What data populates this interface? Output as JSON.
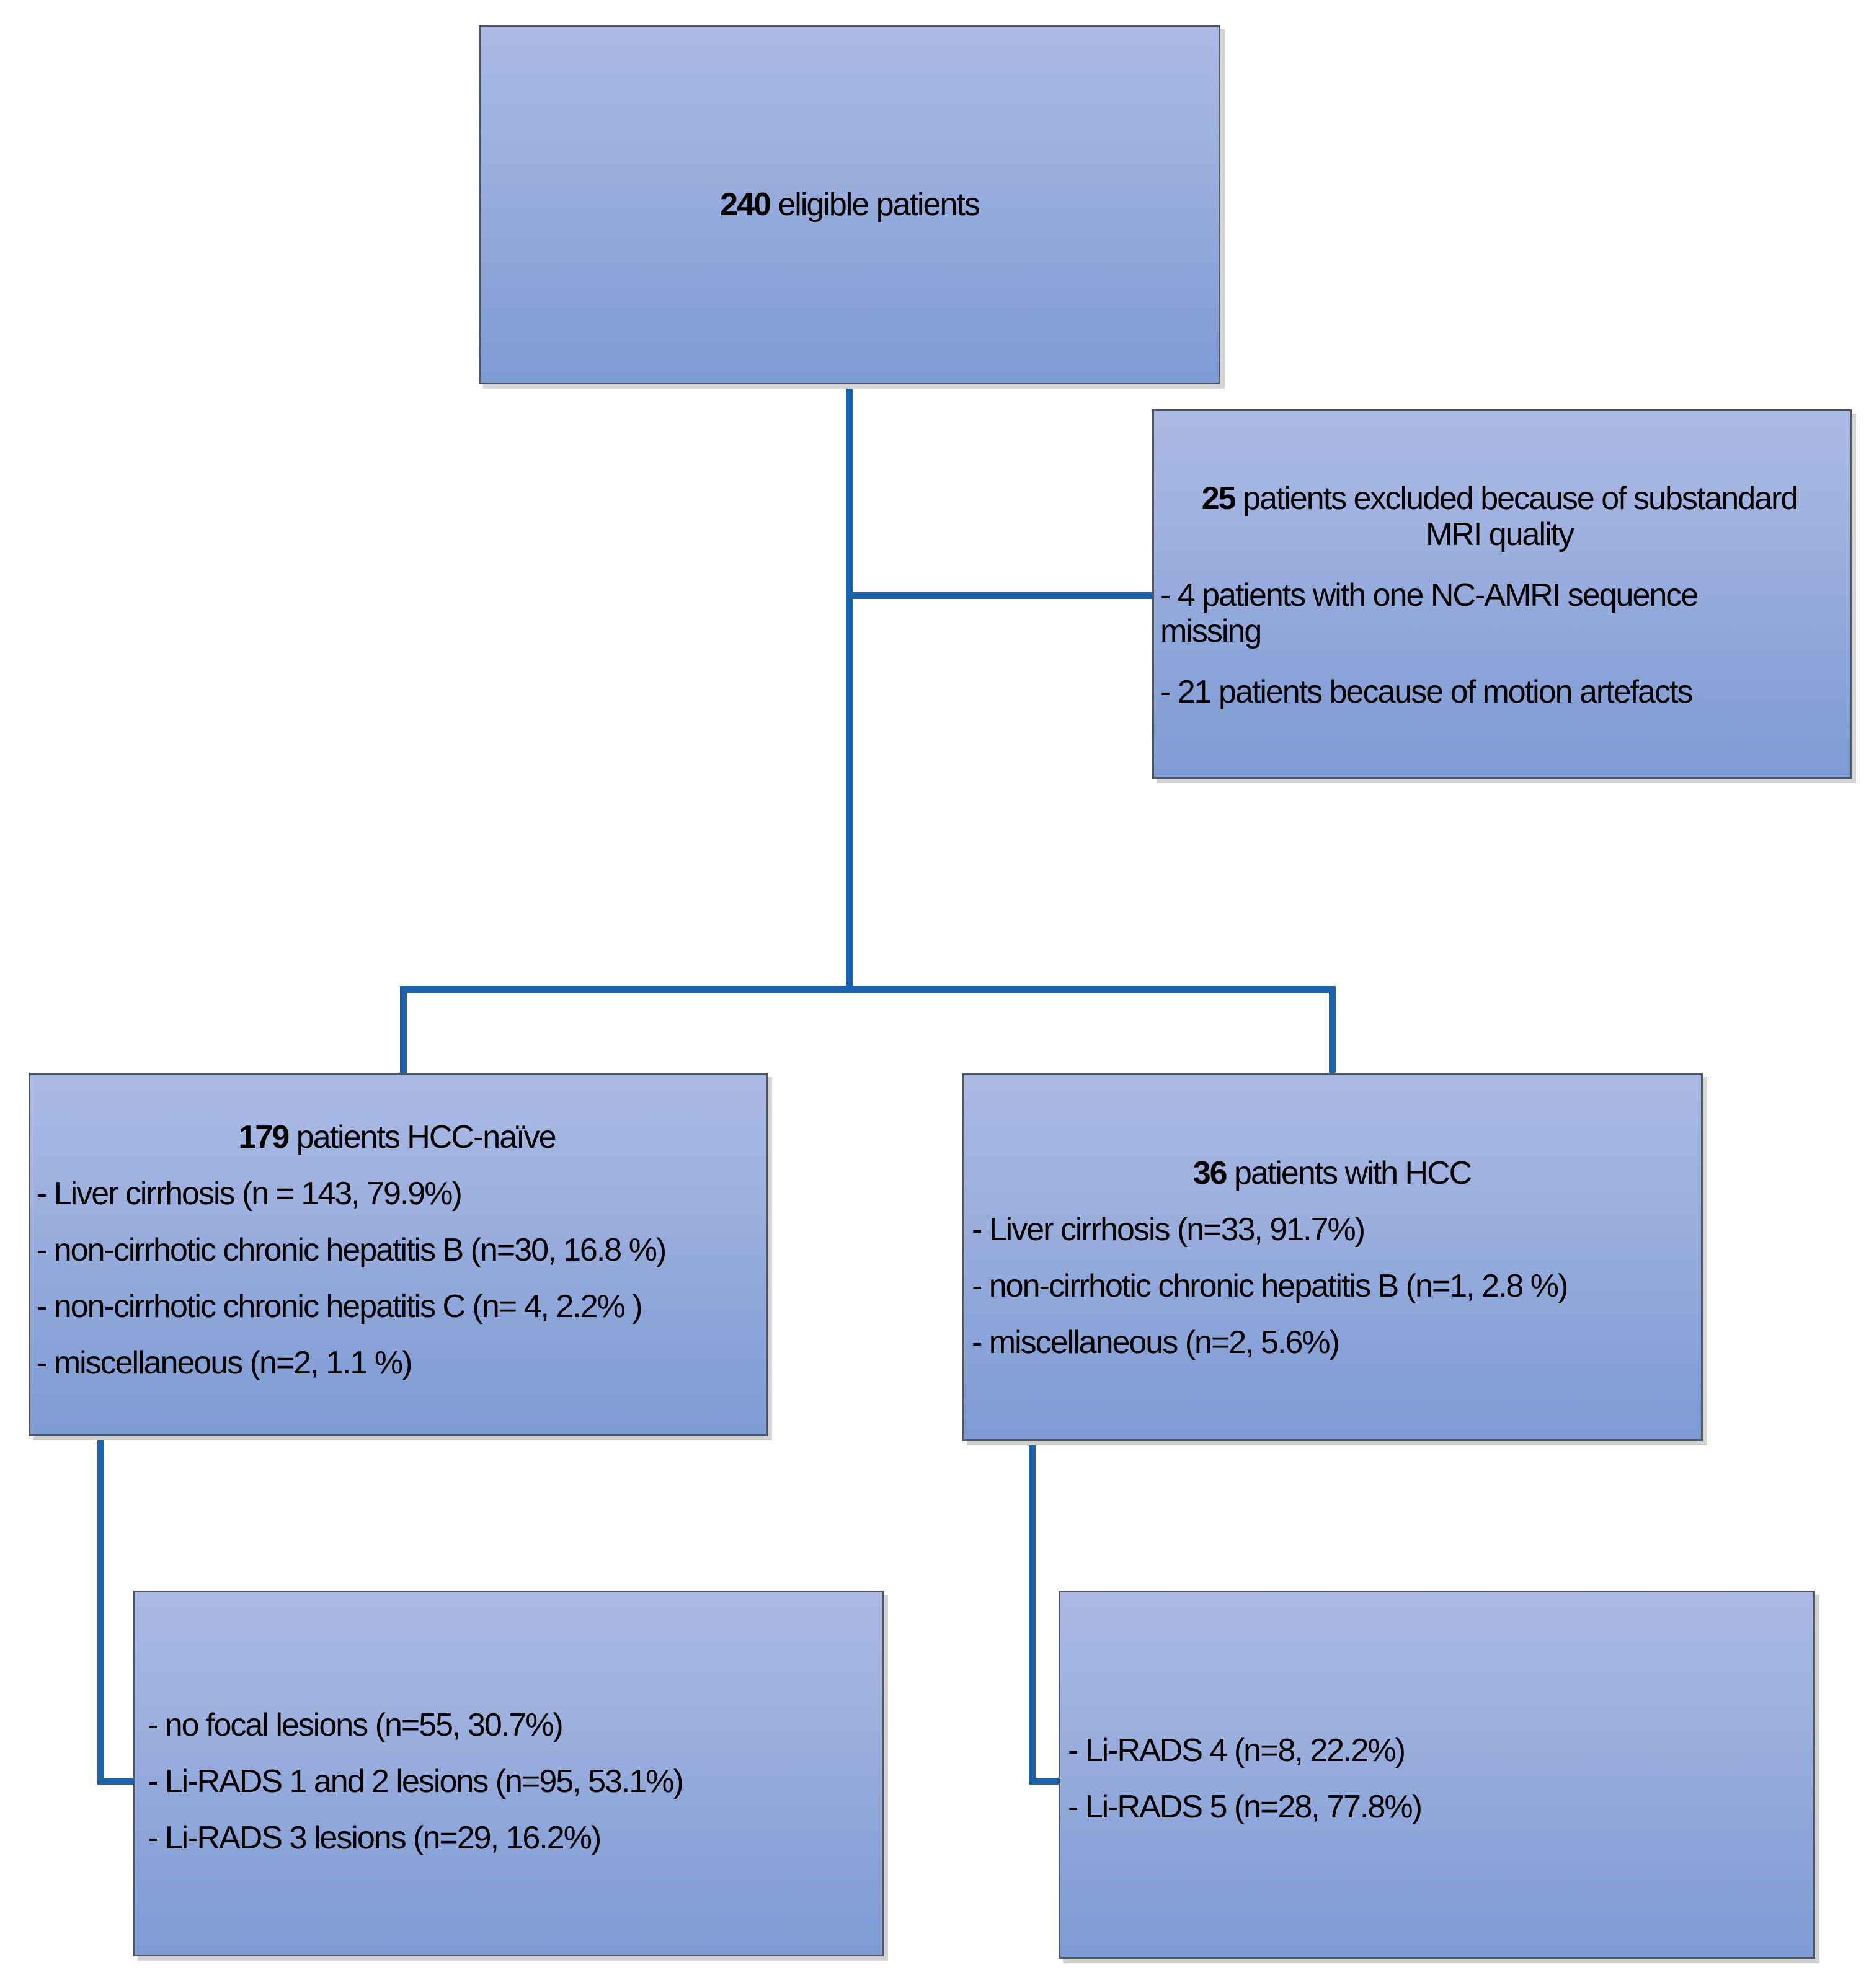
{
  "figure": {
    "background": "#ffffff",
    "connector_color": "#1b63ac",
    "box_fill_top": "#abb9e4",
    "box_fill_bottom": "#7e9cd4",
    "box_border_color": "#4c5561",
    "box_shadow_color": "#d3d3d3",
    "text_color": "#000000"
  },
  "boxes": {
    "eligible": {
      "number": "240",
      "label": " eligible patients"
    },
    "excluded": {
      "heading_number": "25",
      "heading_line1_rest": " patients excluded because of substandard",
      "heading_line2": "MRI quality",
      "paragraphs": [
        [
          "- 4 patients with one NC-AMRI sequence",
          "missing"
        ],
        [
          "- 21 patients because of motion artefacts"
        ]
      ]
    },
    "hcc_naive": {
      "number": "179",
      "label": " patients HCC-naïve",
      "bullets": [
        "- Liver cirrhosis (n = 143, 79.9%)",
        "- non-cirrhotic chronic hepatitis B (n=30, 16.8 %)",
        "- non-cirrhotic chronic hepatitis C (n= 4, 2.2% )",
        "- miscellaneous (n=2, 1.1 %)"
      ]
    },
    "hcc": {
      "number": "36",
      "label": " patients with HCC",
      "bullets": [
        "- Liver cirrhosis (n=33, 91.7%)",
        "- non-cirrhotic chronic hepatitis B (n=1, 2.8 %)",
        "- miscellaneous (n=2, 5.6%)"
      ]
    },
    "naive_findings": {
      "bullets": [
        "- no focal lesions (n=55, 30.7%)",
        "- Li-RADS 1 and 2 lesions (n=95, 53.1%)",
        "- Li-RADS 3 lesions (n=29, 16.2%)"
      ]
    },
    "hcc_findings": {
      "bullets": [
        "- Li-RADS 4 (n=8, 22.2%)",
        "- Li-RADS 5 (n=28, 77.8%)"
      ]
    }
  }
}
